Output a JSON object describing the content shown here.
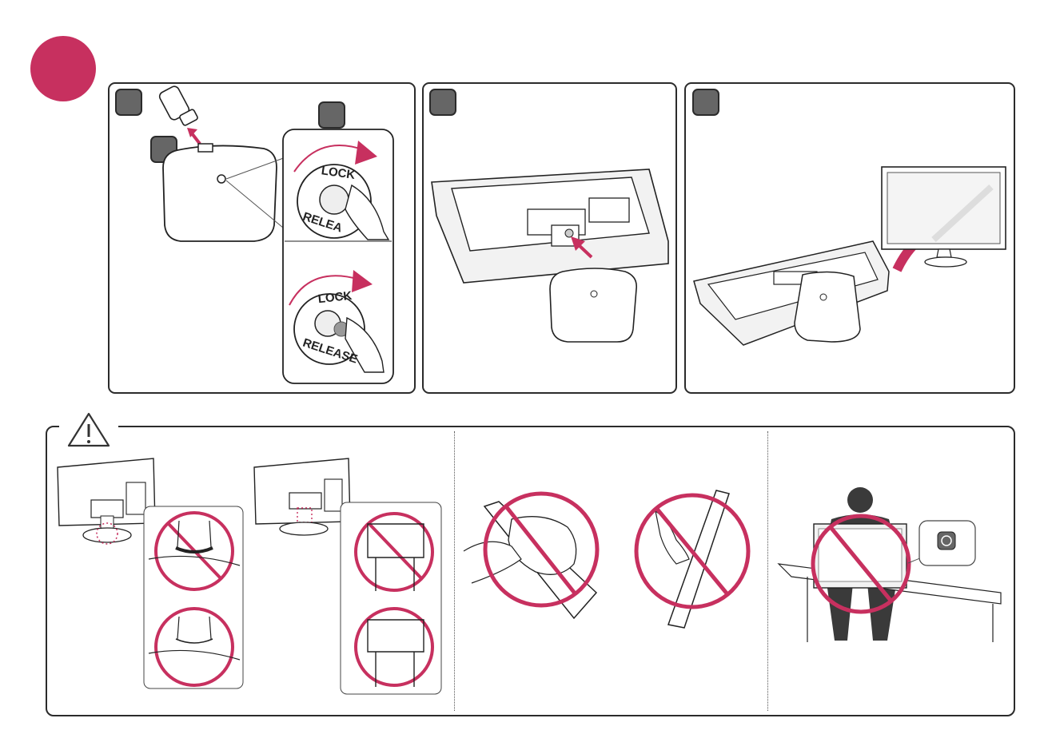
{
  "illustration_labels": {
    "lock_top": "LOCK",
    "release_top": "RELEA",
    "lock_bottom": "LOCK",
    "release_bottom": "RELEASE"
  },
  "colors": {
    "accent": "#c7305f",
    "outline": "#2b2b2b",
    "badge_gray": "#666666"
  },
  "icons": {
    "caution": "warning-triangle-icon",
    "prohibited": "prohibited-circle-icon"
  }
}
